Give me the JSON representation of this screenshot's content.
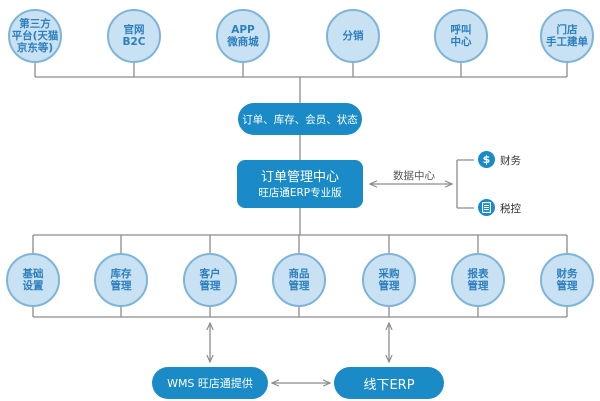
{
  "top_channels": [
    {
      "label": "第三方\n平台(天猫\n京东等)"
    },
    {
      "label": "官网\nB2C"
    },
    {
      "label": "APP\n微商城"
    },
    {
      "label": "分销"
    },
    {
      "label": "呼叫\n中心"
    },
    {
      "label": "门店\n手工建单"
    }
  ],
  "sync_label": "订单、库存、会员、状态",
  "center": {
    "title": "订单管理中心",
    "subtitle": "旺店通ERP专业版"
  },
  "data_center_label": "数据中心",
  "finance_items": [
    {
      "icon": "dollar-icon",
      "label": "财务"
    },
    {
      "icon": "tax-icon",
      "label": "税控"
    }
  ],
  "modules": [
    {
      "label": "基础\n设置"
    },
    {
      "label": "库存\n管理"
    },
    {
      "label": "客户\n管理"
    },
    {
      "label": "商品\n管理"
    },
    {
      "label": "采购\n管理"
    },
    {
      "label": "报表\n管理"
    },
    {
      "label": "财务\n管理"
    }
  ],
  "wms_label": "WMS 旺店通提供",
  "offline_erp_label": "线下ERP",
  "colors": {
    "primary": "#1a8bc6",
    "circle_fill": "#c9e2f3",
    "circle_border": "#7fb4da",
    "circle_text": "#2e7fbf",
    "line": "#8c8c8c"
  }
}
